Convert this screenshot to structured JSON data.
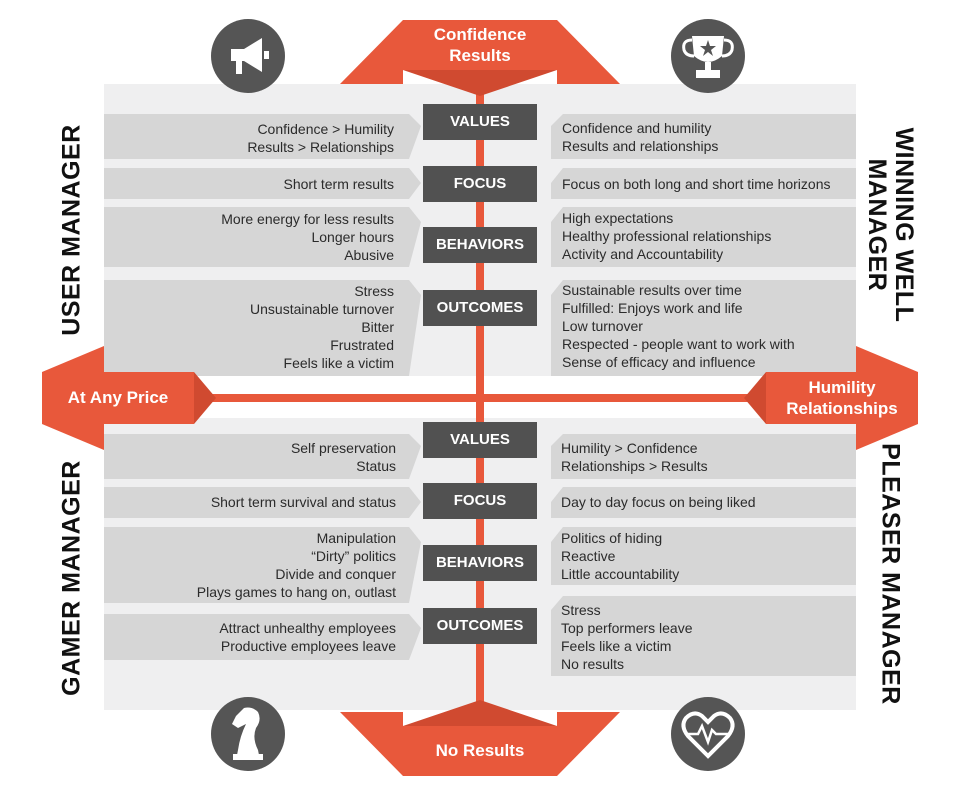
{
  "top_arrow": {
    "line1": "Confidence",
    "line2": "Results"
  },
  "bottom_arrow": {
    "label": "No Results"
  },
  "left_arrow": {
    "label": "At Any Price"
  },
  "right_arrow": {
    "line1": "Humility",
    "line2": "Relationships"
  },
  "quadrant_titles": {
    "top_left": "USER MANAGER",
    "top_right_line1": "WINNING WELL",
    "top_right_line2": "MANAGER",
    "bottom_left": "GAMER MANAGER",
    "bottom_right": "PLEASER MANAGER"
  },
  "icons": {
    "top_left": "megaphone-icon",
    "top_right": "trophy-icon",
    "bottom_left": "chess-knight-icon",
    "bottom_right": "heart-pulse-icon"
  },
  "colors": {
    "accent": "#e8583b",
    "dark": "#515151",
    "band": "#d6d6d6",
    "panel": "#efeff0"
  },
  "top_rows": [
    {
      "label": "VALUES",
      "left": [
        "Confidence > Humility",
        "Results > Relationships"
      ],
      "right": [
        "Confidence and humility",
        "Results and relationships"
      ]
    },
    {
      "label": "FOCUS",
      "left": [
        "Short term results"
      ],
      "right": [
        "Focus on both long and short time horizons"
      ]
    },
    {
      "label": "BEHAVIORS",
      "left": [
        "More energy for less results",
        "Longer hours",
        "Abusive"
      ],
      "right": [
        "High expectations",
        "Healthy professional relationships",
        "Activity and Accountability"
      ]
    },
    {
      "label": "OUTCOMES",
      "left": [
        "Stress",
        "Unsustainable turnover",
        "Bitter",
        "Frustrated",
        "Feels like a victim"
      ],
      "right": [
        "Sustainable results over time",
        "Fulfilled: Enjoys work and life",
        "Low turnover",
        "Respected - people want to work with",
        "Sense of efficacy and influence"
      ]
    }
  ],
  "bottom_rows": [
    {
      "label": "VALUES",
      "left": [
        "Self preservation",
        "Status"
      ],
      "right": [
        "Humility > Confidence",
        "Relationships > Results"
      ]
    },
    {
      "label": "FOCUS",
      "left": [
        "Short term survival and status"
      ],
      "right": [
        "Day to day focus on being liked"
      ]
    },
    {
      "label": "BEHAVIORS",
      "left": [
        "Manipulation",
        "“Dirty” politics",
        "Divide and conquer",
        "Plays games to hang on, outlast"
      ],
      "right": [
        "Politics of hiding",
        "Reactive",
        "Little accountability"
      ]
    },
    {
      "label": "OUTCOMES",
      "left": [
        "Attract unhealthy employees",
        "Productive employees leave"
      ],
      "right": [
        "Stress",
        "Top performers leave",
        "Feels like a victim",
        "No results"
      ]
    }
  ]
}
